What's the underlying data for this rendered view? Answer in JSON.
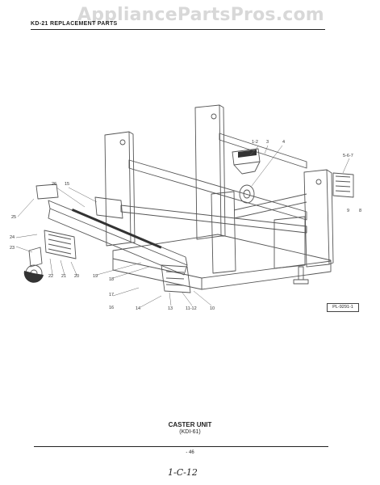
{
  "watermark": "AppliancePartsPros.com",
  "header": {
    "title": "KD-21 REPLACEMENT PARTS"
  },
  "diagram": {
    "code": "PL-9291-1",
    "callouts": {
      "c1_3": "1-2",
      "c3": "3",
      "c4": "4",
      "c5_7": "5-6-7",
      "c9": "9",
      "c8": "8",
      "c26": "26",
      "c15": "15",
      "c25": "25",
      "c24": "24",
      "c23": "23",
      "c22": "22",
      "c21": "21",
      "c20": "20",
      "c19": "19",
      "c18": "18",
      "c17": "17",
      "c16": "16",
      "c14": "14",
      "c13": "13",
      "c11_12": "11-12",
      "c10": "10"
    }
  },
  "caption": {
    "title": "CASTER UNIT",
    "model": "(KDI-61)"
  },
  "footer": {
    "page": "- 46",
    "handwritten": "1-C-12"
  }
}
